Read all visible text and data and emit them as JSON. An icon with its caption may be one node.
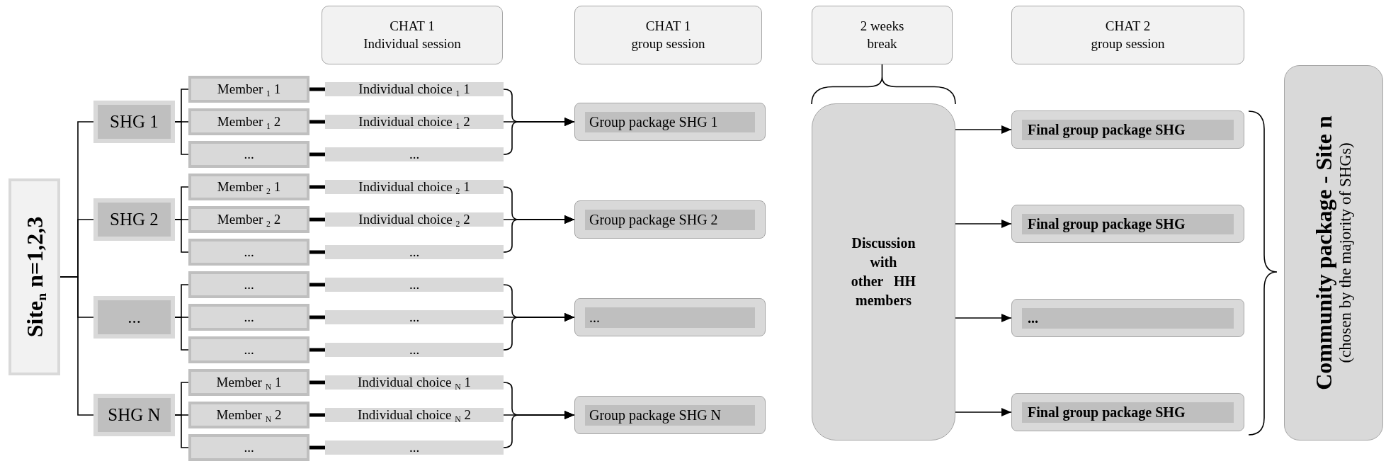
{
  "diagram": {
    "nodes": [
      {
        "text": [
          "CHAT 1",
          "Individual session"
        ]
      },
      {
        "text": [
          "CHAT 1",
          "group session"
        ]
      },
      {
        "text": [
          "2 weeks",
          "break"
        ]
      },
      {
        "text": [
          "CHAT 2",
          "group session"
        ]
      },
      {
        "text": [
          "Site$_{n}$ n=1,2,3"
        ]
      },
      {
        "text": [
          "SHG 1"
        ]
      },
      {
        "text": [
          "SHG 2"
        ]
      },
      {
        "text": [
          "..."
        ]
      },
      {
        "text": [
          "SHG N"
        ]
      },
      {
        "text": [
          "Member $_{1}$ 1"
        ]
      },
      {
        "text": [
          "Member $_{1}$ 2"
        ]
      },
      {
        "text": [
          "..."
        ]
      },
      {
        "text": [
          "Member $_{2}$ 1"
        ]
      },
      {
        "text": [
          "Member $_{2}$ 2"
        ]
      },
      {
        "text": [
          "..."
        ]
      },
      {
        "text": [
          "..."
        ]
      },
      {
        "text": [
          "..."
        ]
      },
      {
        "text": [
          "..."
        ]
      },
      {
        "text": [
          "Member $_{N}$ 1"
        ]
      },
      {
        "text": [
          "Member $_{N}$ 2"
        ]
      },
      {
        "text": [
          "..."
        ]
      },
      {
        "text": [
          "Individual choice $_{1}$ 1"
        ]
      },
      {
        "text": [
          "Individual choice $_{1}$ 2"
        ]
      },
      {
        "text": [
          "..."
        ]
      },
      {
        "text": [
          "Individual choice $_{2}$ 1"
        ]
      },
      {
        "text": [
          "Individual choice $_{2}$ 2"
        ]
      },
      {
        "text": [
          "..."
        ]
      },
      {
        "text": [
          "..."
        ]
      },
      {
        "text": [
          "..."
        ]
      },
      {
        "text": [
          "..."
        ]
      },
      {
        "text": [
          "Individual choice $_{N}$ 1"
        ]
      },
      {
        "text": [
          "Individual choice $_{N}$ 2"
        ]
      },
      {
        "text": [
          "..."
        ]
      },
      {
        "text": [
          "Group package SHG 1"
        ]
      },
      {
        "text": [
          "Group package SHG 2"
        ]
      },
      {
        "text": [
          "..."
        ]
      },
      {
        "text": [
          "Group package SHG N"
        ]
      },
      {
        "text": [
          "Discussion with other HH members"
        ]
      },
      {
        "text": [
          "Final group package SHG"
        ]
      },
      {
        "text": [
          "Final group package SHG"
        ]
      },
      {
        "text": [
          "..."
        ]
      },
      {
        "text": [
          "Final group package SHG"
        ]
      },
      {
        "text": [
          "Community package - Site n",
          "(chosen by the majority of SHGs)"
        ]
      }
    ],
    "edges": [
      {
        "from": 4,
        "to": 5,
        "arrow": "none"
      },
      {
        "from": 4,
        "to": 6,
        "arrow": "none"
      },
      {
        "from": 4,
        "to": 7,
        "arrow": "none"
      },
      {
        "from": 4,
        "to": 8,
        "arrow": "none"
      },
      {
        "from": 5,
        "to": 9,
        "arrow": "none"
      },
      {
        "from": 5,
        "to": 10,
        "arrow": "none"
      },
      {
        "from": 5,
        "to": 11,
        "arrow": "none"
      },
      {
        "from": 6,
        "to": 12,
        "arrow": "none"
      },
      {
        "from": 6,
        "to": 13,
        "arrow": "none"
      },
      {
        "from": 6,
        "to": 14,
        "arrow": "none"
      },
      {
        "from": 7,
        "to": 15,
        "arrow": "none"
      },
      {
        "from": 7,
        "to": 16,
        "arrow": "none"
      },
      {
        "from": 7,
        "to": 17,
        "arrow": "none"
      },
      {
        "from": 8,
        "to": 18,
        "arrow": "none"
      },
      {
        "from": 8,
        "to": 19,
        "arrow": "none"
      },
      {
        "from": 8,
        "to": 20,
        "arrow": "none"
      },
      {
        "from": 9,
        "to": 21,
        "arrow": "none",
        "style": "thick"
      },
      {
        "from": 10,
        "to": 22,
        "arrow": "none",
        "style": "thick"
      },
      {
        "from": 11,
        "to": 23,
        "arrow": "none",
        "style": "thick"
      },
      {
        "from": 12,
        "to": 24,
        "arrow": "none",
        "style": "thick"
      },
      {
        "from": 13,
        "to": 25,
        "arrow": "none",
        "style": "thick"
      },
      {
        "from": 14,
        "to": 26,
        "arrow": "none",
        "style": "thick"
      },
      {
        "from": 15,
        "to": 27,
        "arrow": "none",
        "style": "thick"
      },
      {
        "from": 16,
        "to": 28,
        "arrow": "none",
        "style": "thick"
      },
      {
        "from": 17,
        "to": 29,
        "arrow": "none",
        "style": "thick"
      },
      {
        "from": 18,
        "to": 30,
        "arrow": "none",
        "style": "thick"
      },
      {
        "from": 19,
        "to": 31,
        "arrow": "none",
        "style": "thick"
      },
      {
        "from": 20,
        "to": 32,
        "arrow": "none",
        "style": "thick"
      },
      {
        "from": 21,
        "to": 33,
        "arrow": "to"
      },
      {
        "from": 22,
        "to": 33,
        "arrow": "to"
      },
      {
        "from": 23,
        "to": 33,
        "arrow": "to"
      },
      {
        "from": 24,
        "to": 34,
        "arrow": "to"
      },
      {
        "from": 25,
        "to": 34,
        "arrow": "to"
      },
      {
        "from": 26,
        "to": 34,
        "arrow": "to"
      },
      {
        "from": 27,
        "to": 35,
        "arrow": "to"
      },
      {
        "from": 28,
        "to": 35,
        "arrow": "to"
      },
      {
        "from": 29,
        "to": 35,
        "arrow": "to"
      },
      {
        "from": 30,
        "to": 36,
        "arrow": "to"
      },
      {
        "from": 31,
        "to": 36,
        "arrow": "to"
      },
      {
        "from": 32,
        "to": 36,
        "arrow": "to"
      },
      {
        "from": 2,
        "to": 37,
        "arrow": "none"
      },
      {
        "from": 37,
        "to": 38,
        "arrow": "to"
      },
      {
        "from": 37,
        "to": 39,
        "arrow": "to"
      },
      {
        "from": 37,
        "to": 40,
        "arrow": "to"
      },
      {
        "from": 37,
        "to": 41,
        "arrow": "to"
      }
    ]
  }
}
